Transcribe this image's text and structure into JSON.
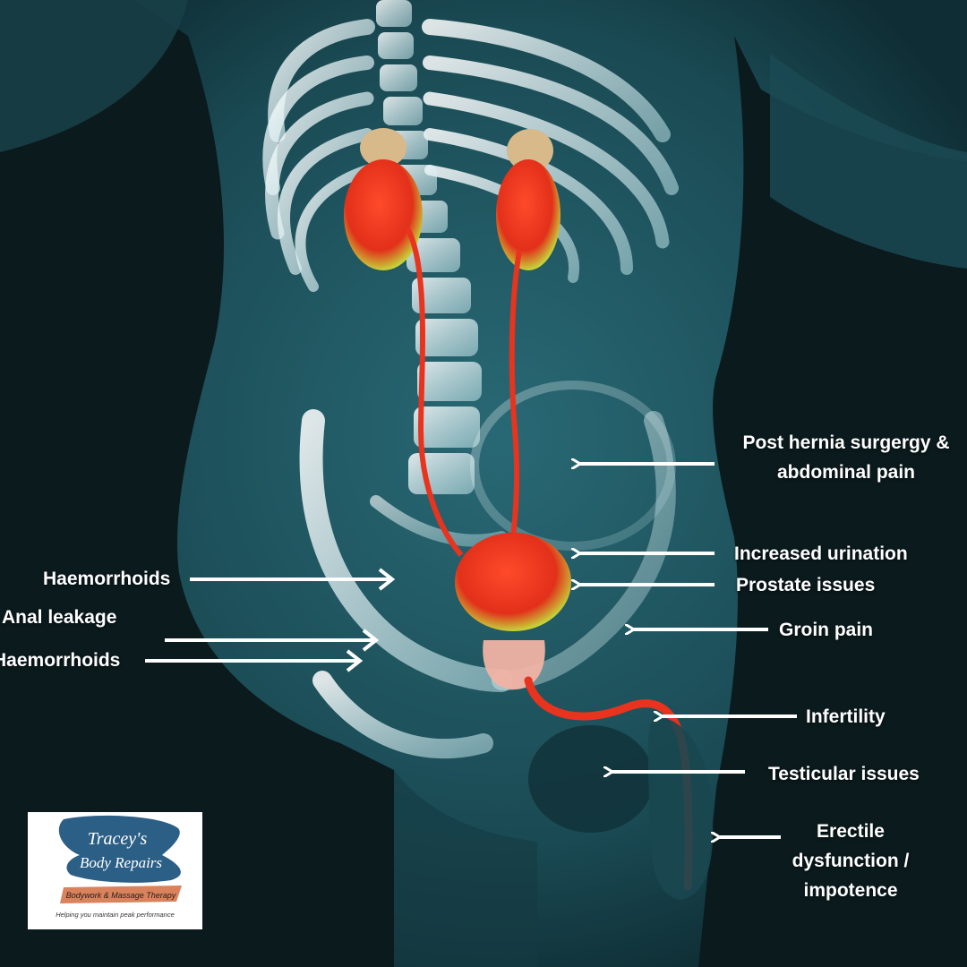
{
  "labels": {
    "hernia_line1": "Post hernia surgergy &",
    "hernia_line2": "abdominal pain",
    "urination": "Increased urination",
    "prostate": "Prostate issues",
    "groin": "Groin pain",
    "infertility": "Infertility",
    "testicular": "Testicular issues",
    "erectile_line1": "Erectile",
    "erectile_line2": "dysfunction /",
    "erectile_line3": "impotence",
    "haemorrhoids_upper": "Haemorrhoids",
    "anal_leakage": "Anal leakage",
    "haemorrhoids_lower": "Haemorrhoids"
  },
  "logo": {
    "name_line1": "Tracey's",
    "name_line2": "Body Repairs",
    "ribbon": "Bodywork & Massage Therapy",
    "tagline": "Helping you maintain peak performance"
  },
  "colors": {
    "background": "#0b1a1d",
    "body": "#1d5560",
    "organ": "#e8331e",
    "arrow": "#ffffff",
    "logo_blue": "#2c5f86",
    "logo_ribbon": "#d9825b"
  }
}
